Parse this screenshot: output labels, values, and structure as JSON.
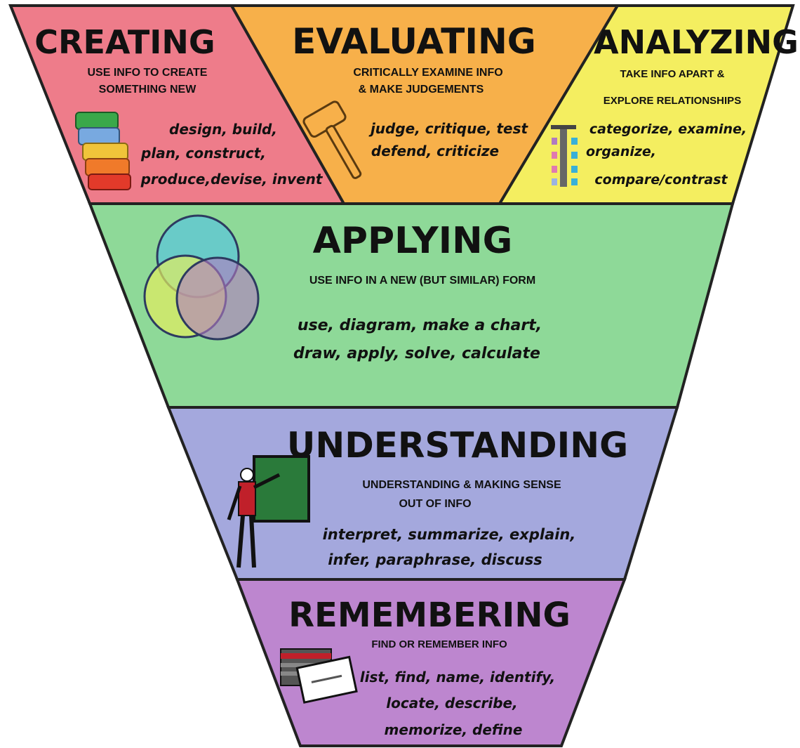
{
  "levels": [
    {
      "title": "CREATING",
      "subtitle": [
        "USE INFO TO CREATE",
        "SOMETHING NEW"
      ],
      "verbs": [
        "design, build,",
        "plan, construct,",
        "produce,devise, invent"
      ],
      "color": "#ee7c8a",
      "icon": "stacked-blocks-icon"
    },
    {
      "title": "EVALUATING",
      "subtitle": [
        "CRITICALLY EXAMINE INFO",
        "& MAKE JUDGEMENTS"
      ],
      "verbs": [
        "judge, critique, test",
        "defend, criticize"
      ],
      "color": "#f7b04a",
      "icon": "gavel-icon"
    },
    {
      "title": "ANALYZING",
      "subtitle": [
        "TAKE INFO APART &",
        "EXPLORE RELATIONSHIPS"
      ],
      "verbs": [
        "categorize, examine,",
        "organize,",
        "compare/contrast"
      ],
      "color": "#f4ee60",
      "icon": "sorting-chart-icon"
    },
    {
      "title": "APPLYING",
      "subtitle": [
        "USE INFO IN A NEW (BUT SIMILAR) FORM"
      ],
      "verbs": [
        "use, diagram, make a chart,",
        "draw, apply, solve, calculate"
      ],
      "color": "#8ed998",
      "icon": "venn-diagram-icon"
    },
    {
      "title": "UNDERSTANDING",
      "subtitle": [
        "UNDERSTANDING & MAKING SENSE",
        "OUT OF INFO"
      ],
      "verbs": [
        "interpret, summarize, explain,",
        "infer, paraphrase, discuss"
      ],
      "color": "#a4a8dd",
      "icon": "teacher-at-board-icon"
    },
    {
      "title": "REMEMBERING",
      "subtitle": [
        "FIND OR REMEMBER INFO"
      ],
      "verbs": [
        "list, find, name, identify,",
        "locate, describe,",
        "memorize, define"
      ],
      "color": "#bd86cf",
      "icon": "flashcards-icon"
    }
  ]
}
